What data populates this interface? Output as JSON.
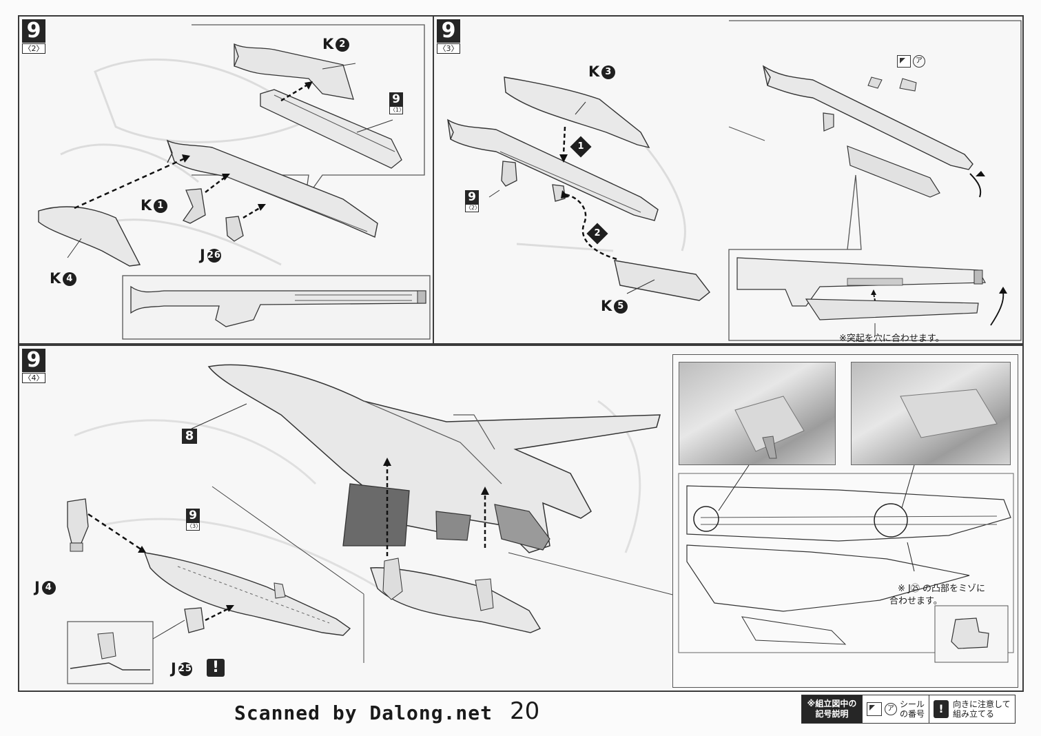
{
  "panel_2": {
    "step": "9",
    "sub": "〈2〉",
    "ref_step": "9",
    "ref_sub": "〈1〉",
    "labels": {
      "k2": "K",
      "k2_n": "2",
      "k1": "K",
      "k1_n": "1",
      "j26": "J",
      "j26_n": "26",
      "k4": "K",
      "k4_n": "4"
    }
  },
  "panel_3": {
    "step": "9",
    "sub": "〈3〉",
    "ref_step": "9",
    "ref_sub": "〈2〉",
    "labels": {
      "k3": "K",
      "k3_n": "3",
      "k5": "K",
      "k5_n": "5"
    },
    "order_1": "1",
    "order_2": "2",
    "seal_a": "ア",
    "note": "※突起を穴に合わせます。"
  },
  "panel_4": {
    "step": "9",
    "sub": "〈4〉",
    "ref_step": "9",
    "ref_sub": "〈3〉",
    "part8": "8",
    "labels": {
      "j4": "J",
      "j4_n": "4",
      "j25": "J",
      "j25_n": "25"
    },
    "warn": "!",
    "note_line1": "※ J㉕ の凸部をミゾに",
    "note_line2": "合わせます。"
  },
  "footer": {
    "credit": "Scanned by Dalong.net",
    "page_number": "20",
    "legend_header_1": "※組立図中の",
    "legend_header_2": "記号説明",
    "legend_seal_a": "ア",
    "legend_seal_text_1": "シール",
    "legend_seal_text_2": "の番号",
    "legend_warn": "!",
    "legend_warn_text_1": "向きに注意して",
    "legend_warn_text_2": "組み立てる"
  }
}
